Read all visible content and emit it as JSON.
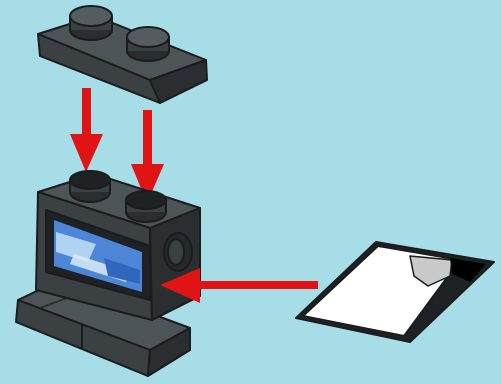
{
  "illustration": {
    "background": "#a6dde6",
    "brick_color": "#3b4043",
    "brick_top_color": "#4d5457",
    "brick_shadow_color": "#25292b",
    "arrow_color": "#e01414",
    "screen_sky": "#4d86d6",
    "screen_highlight": "#d9ecfa",
    "sticker_color": "#ffffff",
    "parts": [
      "plate-2x1",
      "brick-2x1-with-screen",
      "base-plate",
      "sticker-sheet"
    ],
    "arrows": [
      "down-arrow-left",
      "down-arrow-right",
      "left-arrow"
    ]
  }
}
